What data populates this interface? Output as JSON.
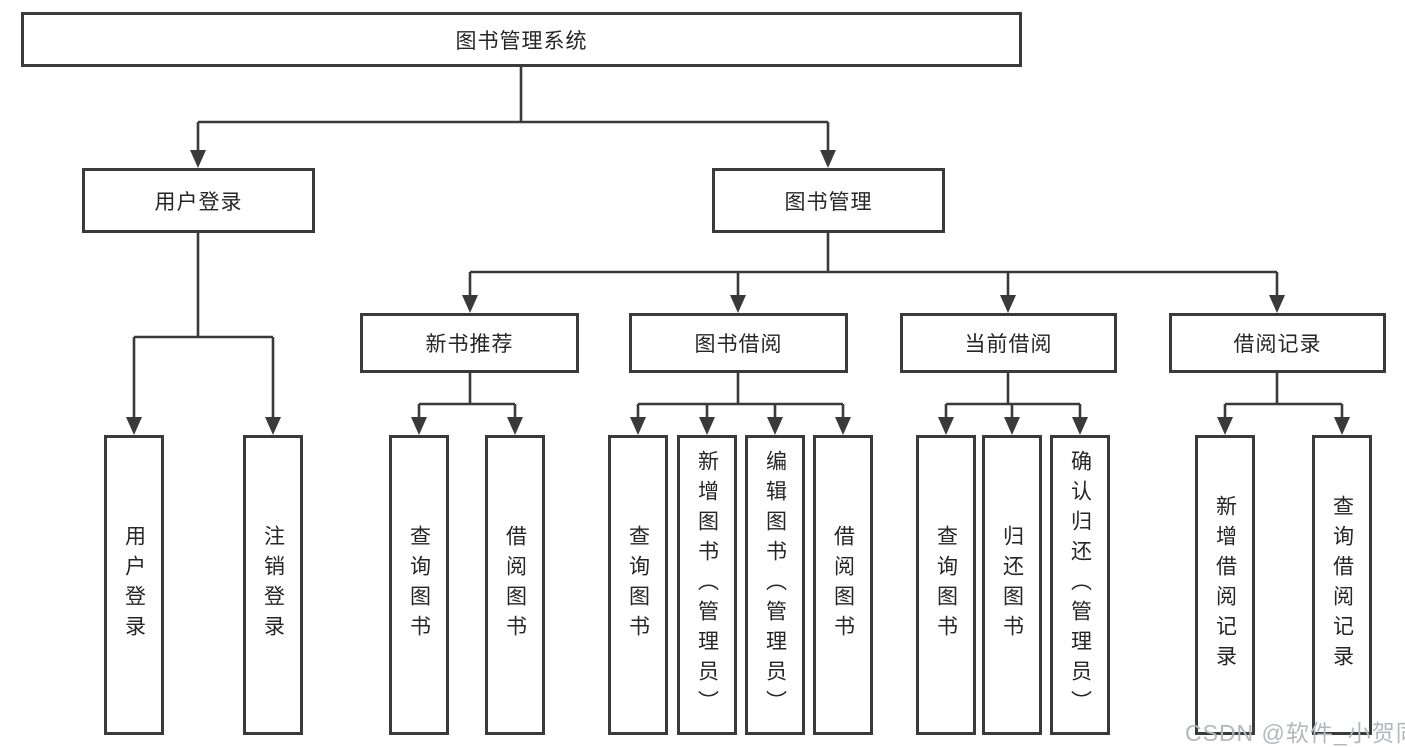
{
  "colors": {
    "line": "#3a3a3a",
    "text": "#262626",
    "watermark": "#b3b8bd",
    "background": "#ffffff"
  },
  "watermark": "CSDN @软件_小贺同学",
  "tree": {
    "root": {
      "label": "图书管理系统",
      "children": [
        {
          "label": "用户登录",
          "children": [
            {
              "label": "用户登录"
            },
            {
              "label": "注销登录"
            }
          ]
        },
        {
          "label": "图书管理",
          "children": [
            {
              "label": "新书推荐",
              "children": [
                {
                  "label": "查询图书"
                },
                {
                  "label": "借阅图书"
                }
              ]
            },
            {
              "label": "图书借阅",
              "children": [
                {
                  "label": "查询图书"
                },
                {
                  "label": "新增图书（管理员）"
                },
                {
                  "label": "编辑图书（管理员）"
                },
                {
                  "label": "借阅图书"
                }
              ]
            },
            {
              "label": "当前借阅",
              "children": [
                {
                  "label": "查询图书"
                },
                {
                  "label": "归还图书"
                },
                {
                  "label": "确认归还（管理员）"
                }
              ]
            },
            {
              "label": "借阅记录",
              "children": [
                {
                  "label": "新增借阅记录"
                },
                {
                  "label": "查询借阅记录"
                }
              ]
            }
          ]
        }
      ]
    }
  }
}
